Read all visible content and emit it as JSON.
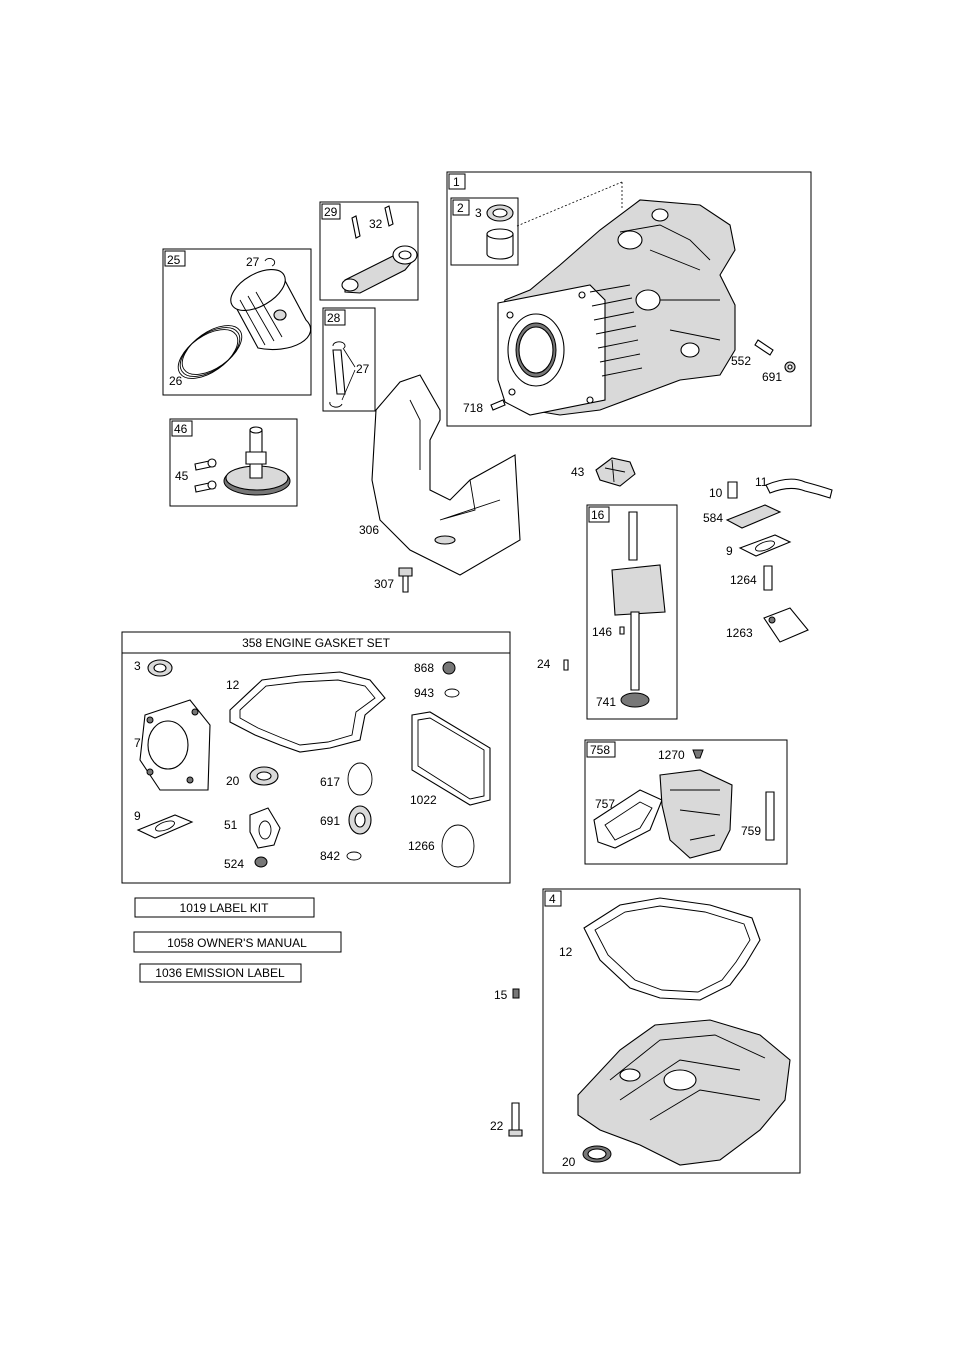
{
  "groups": {
    "g1": {
      "tag": "1"
    },
    "g2": {
      "tag": "2"
    },
    "g4": {
      "tag": "4"
    },
    "g16": {
      "tag": "16"
    },
    "g25": {
      "tag": "25"
    },
    "g28": {
      "tag": "28"
    },
    "g29": {
      "tag": "29"
    },
    "g46": {
      "tag": "46"
    },
    "g758": {
      "tag": "758"
    }
  },
  "gasket_set": {
    "title": "358 ENGINE GASKET SET"
  },
  "kits": {
    "label_kit": "1019 LABEL KIT",
    "owners_manual": "1058 OWNER'S MANUAL",
    "emission_label": "1036 EMISSION LABEL"
  },
  "parts": {
    "p3a": "3",
    "p552": "552",
    "p691a": "691",
    "p718": "718",
    "p29_32": "32",
    "p25_27": "27",
    "p26": "26",
    "p28_27": "27",
    "p45": "45",
    "p306": "306",
    "p307": "307",
    "p43": "43",
    "p10": "10",
    "p11": "11",
    "p584": "584",
    "p9a": "9",
    "p1264": "1264",
    "p1263": "1263",
    "p146": "146",
    "p741": "741",
    "p24": "24",
    "gs3": "3",
    "gs12": "12",
    "gs868": "868",
    "gs943": "943",
    "gs7": "7",
    "gs20": "20",
    "gs617": "617",
    "gs1022": "1022",
    "gs9": "9",
    "gs51": "51",
    "gs691": "691",
    "gs842": "842",
    "gs1266": "1266",
    "gs524": "524",
    "p1270": "1270",
    "p757": "757",
    "p759": "759",
    "p4_12": "12",
    "p15": "15",
    "p22": "22",
    "p4_20": "20"
  }
}
